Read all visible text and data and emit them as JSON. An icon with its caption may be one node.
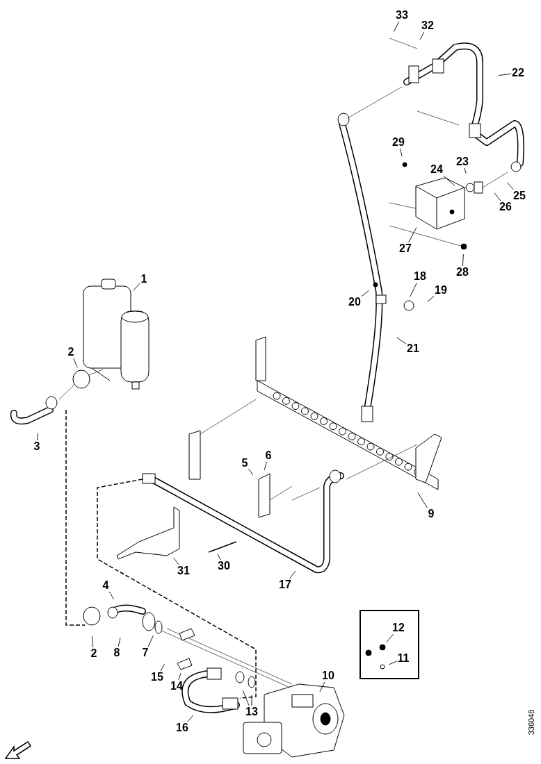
{
  "diagram": {
    "nodes": [
      {
        "text": [
          "33"
        ]
      },
      {
        "text": [
          "32"
        ]
      },
      {
        "text": [
          "22"
        ]
      },
      {
        "text": [
          "29"
        ]
      },
      {
        "text": [
          "23"
        ]
      },
      {
        "text": [
          "24"
        ]
      },
      {
        "text": [
          "25"
        ]
      },
      {
        "text": [
          "26"
        ]
      },
      {
        "text": [
          "27"
        ]
      },
      {
        "text": [
          "28"
        ]
      },
      {
        "text": [
          "1"
        ]
      },
      {
        "text": [
          "18"
        ]
      },
      {
        "text": [
          "19"
        ]
      },
      {
        "text": [
          "20"
        ]
      },
      {
        "text": [
          "21"
        ]
      },
      {
        "text": [
          "2"
        ]
      },
      {
        "text": [
          "3"
        ]
      },
      {
        "text": [
          "5"
        ]
      },
      {
        "text": [
          "6"
        ]
      },
      {
        "text": [
          "9"
        ]
      },
      {
        "text": [
          "30"
        ]
      },
      {
        "text": [
          "31"
        ]
      },
      {
        "text": [
          "17"
        ]
      },
      {
        "text": [
          "4"
        ]
      },
      {
        "text": [],
        "shape": "box"
      },
      {
        "text": [
          "12"
        ],
        "in": 24
      },
      {
        "text": [
          "11"
        ],
        "in": 24
      },
      {
        "text": [
          "2"
        ]
      },
      {
        "text": [
          "8"
        ]
      },
      {
        "text": [
          "7"
        ]
      },
      {
        "text": [
          "15"
        ]
      },
      {
        "text": [
          "14"
        ]
      },
      {
        "text": [
          "13"
        ]
      },
      {
        "text": [
          "10"
        ]
      },
      {
        "text": [
          "16"
        ]
      }
    ],
    "edges": [
      {
        "from": 0,
        "to": null,
        "arrow": "none"
      },
      {
        "from": 1,
        "to": null,
        "arrow": "none"
      },
      {
        "from": 2,
        "to": null,
        "arrow": "none"
      },
      {
        "from": 3,
        "to": null,
        "arrow": "none"
      },
      {
        "from": 4,
        "to": null,
        "arrow": "none"
      },
      {
        "from": 5,
        "to": null,
        "arrow": "none"
      },
      {
        "from": 6,
        "to": null,
        "arrow": "none"
      },
      {
        "from": 7,
        "to": null,
        "arrow": "none"
      },
      {
        "from": 8,
        "to": null,
        "arrow": "none"
      },
      {
        "from": 9,
        "to": null,
        "arrow": "none"
      },
      {
        "from": 10,
        "to": null,
        "arrow": "none"
      },
      {
        "from": 11,
        "to": null,
        "arrow": "none"
      },
      {
        "from": 12,
        "to": null,
        "arrow": "none"
      },
      {
        "from": 13,
        "to": null,
        "arrow": "none"
      },
      {
        "from": 14,
        "to": null,
        "arrow": "none"
      },
      {
        "from": 15,
        "to": null,
        "arrow": "none"
      },
      {
        "from": 16,
        "to": null,
        "arrow": "none"
      },
      {
        "from": 17,
        "to": null,
        "arrow": "none"
      },
      {
        "from": 18,
        "to": null,
        "arrow": "none"
      },
      {
        "from": 19,
        "to": null,
        "arrow": "none"
      },
      {
        "from": 20,
        "to": null,
        "arrow": "none"
      },
      {
        "from": 21,
        "to": null,
        "arrow": "none"
      },
      {
        "from": 22,
        "to": null,
        "arrow": "none"
      },
      {
        "from": 23,
        "to": null,
        "arrow": "none"
      },
      {
        "from": 25,
        "to": null,
        "arrow": "none"
      },
      {
        "from": 26,
        "to": null,
        "arrow": "none"
      },
      {
        "from": 27,
        "to": null,
        "arrow": "none"
      },
      {
        "from": 28,
        "to": null,
        "arrow": "none"
      },
      {
        "from": 29,
        "to": null,
        "arrow": "none"
      },
      {
        "from": 30,
        "to": null,
        "arrow": "none"
      },
      {
        "from": 31,
        "to": null,
        "arrow": "none"
      },
      {
        "from": 32,
        "to": null,
        "arrow": "none"
      },
      {
        "from": 32,
        "to": null,
        "arrow": "none"
      },
      {
        "from": 33,
        "to": null,
        "arrow": "none"
      },
      {
        "from": 34,
        "to": null,
        "arrow": "none"
      }
    ],
    "labels": [
      "336048"
    ]
  }
}
